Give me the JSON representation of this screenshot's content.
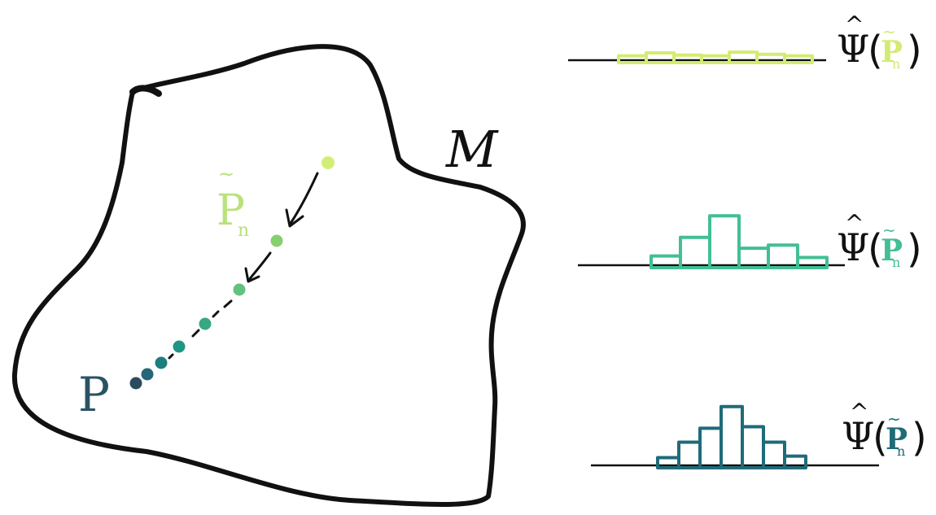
{
  "manifold": {
    "label": "M",
    "outline_color": "#111111"
  },
  "path": {
    "start_label_text": "P",
    "start_label_color": "#2a5263",
    "target_label": "P",
    "target_label_sub": "n",
    "target_label_color": "#b9e27a",
    "points": [
      {
        "color": "#d3ee78"
      },
      {
        "color": "#86cf6e"
      },
      {
        "color": "#64c07e"
      },
      {
        "color": "#3aa784"
      },
      {
        "color": "#1f9685"
      },
      {
        "color": "#1b7f80"
      },
      {
        "color": "#246776"
      },
      {
        "color": "#2b4c5d"
      }
    ],
    "arrow_color": "#111111"
  },
  "histograms": [
    {
      "label_func": "Ψ",
      "label_arg": "P",
      "label_sub": "n",
      "color": "#d2ec72",
      "values": [
        0.3,
        0.5,
        0.35,
        0.3,
        0.55,
        0.4,
        0.3
      ]
    },
    {
      "label_func": "Ψ",
      "label_arg": "P",
      "label_sub": "n",
      "color": "#42bf93",
      "values": [
        0.3,
        0.9,
        1.6,
        0.55,
        0.65,
        0.25
      ]
    },
    {
      "label_func": "Ψ",
      "label_arg": "P",
      "label_sub": "n",
      "color": "#1f6b79",
      "values": [
        0.25,
        0.75,
        1.2,
        1.9,
        1.25,
        0.75,
        0.3
      ]
    }
  ]
}
